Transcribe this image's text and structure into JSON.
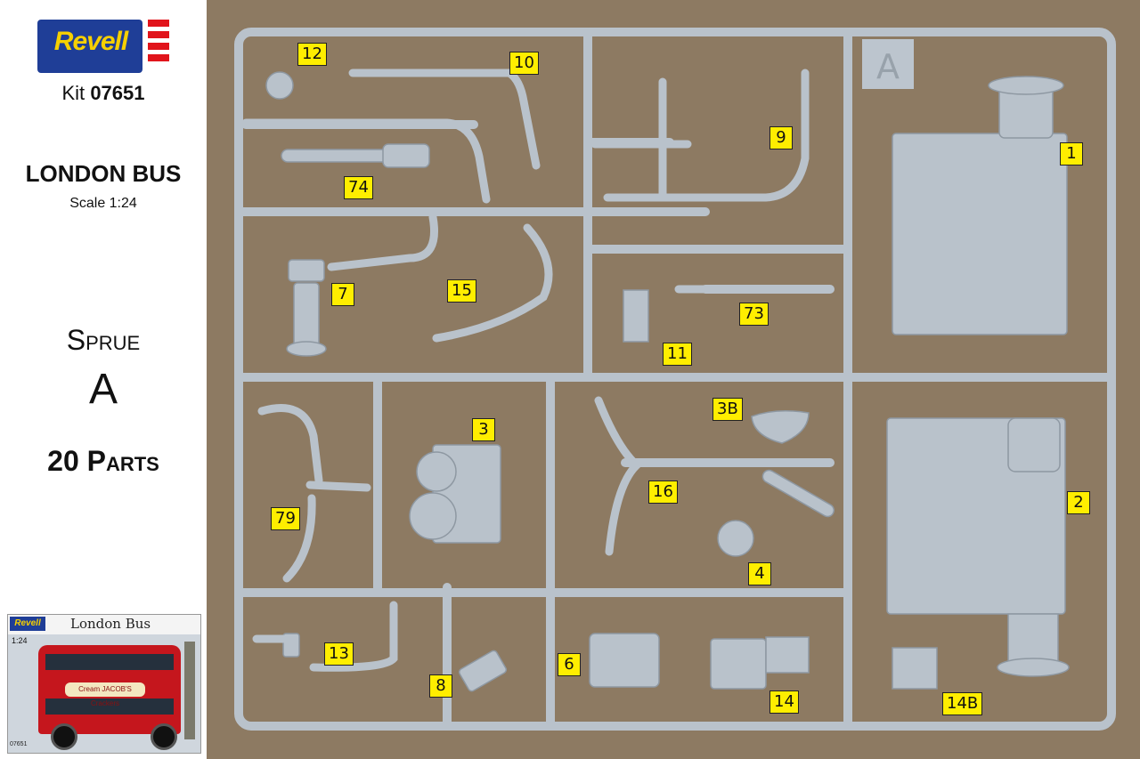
{
  "logo": {
    "brand": "Revell"
  },
  "kit": {
    "prefix": "Kit",
    "number": "07651"
  },
  "model": {
    "title": "LONDON BUS",
    "scale": "Scale 1:24"
  },
  "sprue": {
    "label": "Sprue",
    "letter": "A",
    "parts": "20 Parts"
  },
  "box_art": {
    "brand": "Revell",
    "title": "London Bus",
    "scale": "1:24",
    "sign": "Cream JACOB'S Crackers",
    "kit_number": "07651"
  },
  "sprue_letter_tab": "A",
  "part_labels": [
    "12",
    "10",
    "9",
    "1",
    "74",
    "7",
    "15",
    "73",
    "11",
    "3B",
    "3",
    "16",
    "2",
    "79",
    "4",
    "13",
    "8",
    "6",
    "14",
    "14B"
  ],
  "colors": {
    "cardboard": "#8d7a62",
    "plastic": "#b9c2cb",
    "label_bg": "#ffee00",
    "revell_blue": "#1f3e97",
    "revell_yellow": "#f6d000",
    "revell_red": "#e1141b"
  }
}
